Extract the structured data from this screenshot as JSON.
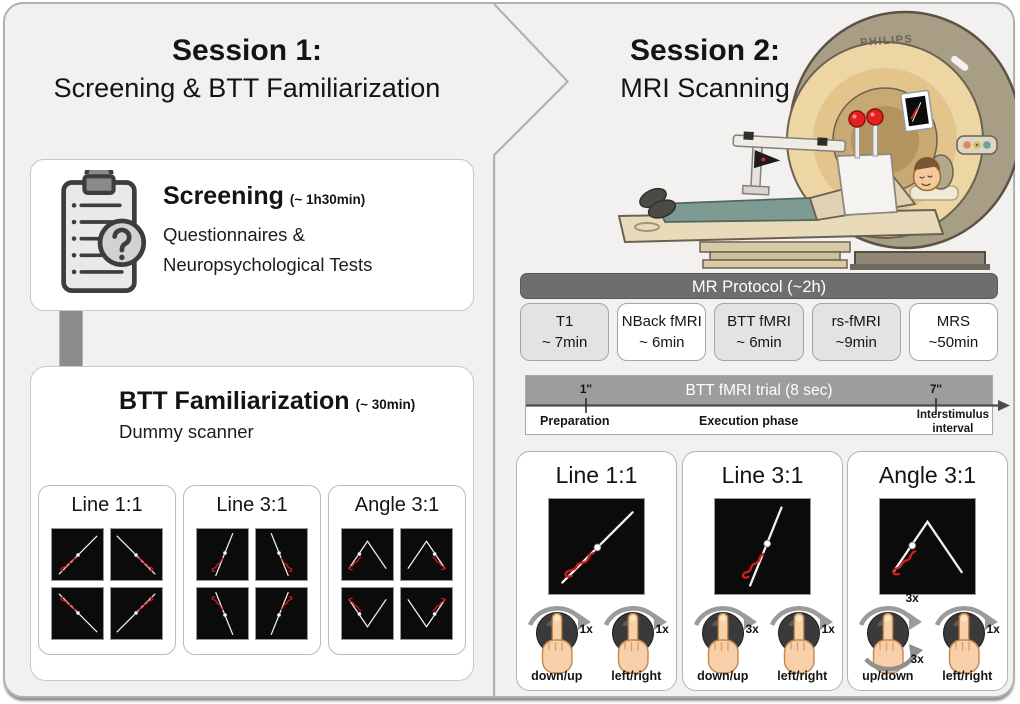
{
  "session1": {
    "title": "Session 1:",
    "subtitle": "Screening & BTT Familiarization",
    "screening": {
      "title": "Screening",
      "duration": "(~ 1h30min)",
      "desc1": "Questionnaires &",
      "desc2": "Neuropsychological Tests"
    },
    "btt": {
      "title": "BTT Familiarization",
      "duration": "(~ 30min)",
      "subtitle": "Dummy scanner",
      "panels": [
        {
          "title": "Line 1:1"
        },
        {
          "title": "Line 3:1"
        },
        {
          "title": "Angle 3:1"
        }
      ]
    }
  },
  "session2": {
    "title": "Session 2:",
    "subtitle": "MRI Scanning",
    "scanner_brand": "PHILIPS",
    "protocol": {
      "header": "MR Protocol (~2h)",
      "steps": [
        {
          "name": "T1",
          "duration": "~ 7min",
          "shade": "gray"
        },
        {
          "name": "NBack fMRI",
          "duration": "~ 6min",
          "shade": "white"
        },
        {
          "name": "BTT fMRI",
          "duration": "~ 6min",
          "shade": "gray"
        },
        {
          "name": "rs-fMRI",
          "duration": "~9min",
          "shade": "gray"
        },
        {
          "name": "MRS",
          "duration": "~50min",
          "shade": "white"
        }
      ]
    },
    "trial": {
      "header": "BTT fMRI trial (8 sec)",
      "tick_start": "1''",
      "tick_end": "7''",
      "phase1": "Preparation",
      "phase2": "Execution phase",
      "phase3_line1": "Interstimulus",
      "phase3_line2": "interval"
    },
    "task_panels": [
      {
        "title": "Line 1:1",
        "left_mult": "1x",
        "right_mult": "1x",
        "left_label": "down/up",
        "right_label": "left/right"
      },
      {
        "title": "Line 3:1",
        "left_mult": "3x",
        "right_mult": "1x",
        "left_label": "down/up",
        "right_label": "left/right"
      },
      {
        "title": "Angle 3:1",
        "left_mult_top": "3x",
        "left_mult_bottom": "3x",
        "right_mult": "1x",
        "left_label": "up/down",
        "right_label": "left/right"
      }
    ]
  },
  "colors": {
    "accent_red": "#d61c1c",
    "panel_bg": "#f2f1ef",
    "protocol_bar": "#6e6e6e",
    "trial_bar": "#9d9d9d",
    "step_gray": "#e4e3e1",
    "stimulus_bg": "#0b0b0b",
    "knob_dark": "#3a3a3a"
  }
}
